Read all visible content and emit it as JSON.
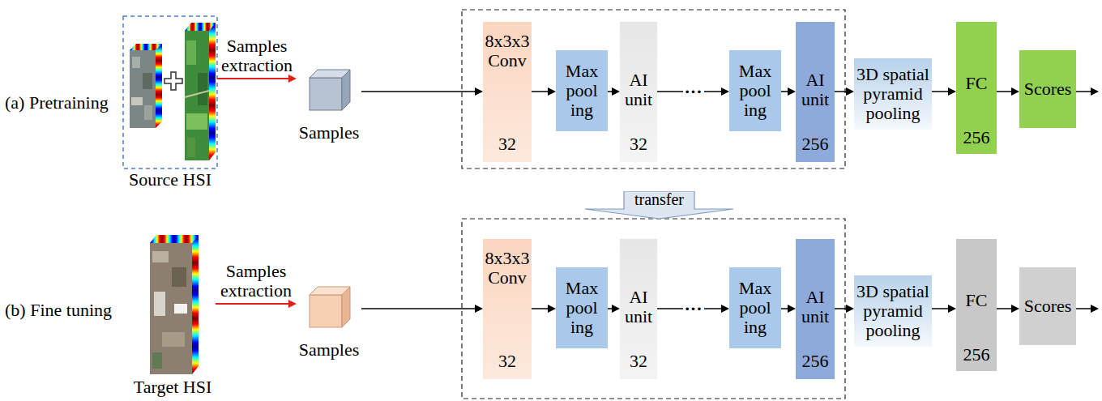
{
  "diagram": {
    "nodes": [
      {
        "text": [
          "Source HSI"
        ]
      },
      {
        "text": [
          "Samples"
        ]
      },
      {
        "text": [
          "8x3x3 Conv",
          "32"
        ]
      },
      {
        "text": [
          "Max pool ing"
        ]
      },
      {
        "text": [
          "AI unit",
          "32"
        ]
      },
      {
        "text": [
          "Max pool ing"
        ]
      },
      {
        "text": [
          "AI unit",
          "256"
        ]
      },
      {
        "text": [
          "3D spatial pyramid pooling"
        ]
      },
      {
        "text": [
          "FC",
          "256"
        ]
      },
      {
        "text": [
          "Scores"
        ]
      },
      {
        "text": [
          "transfer"
        ]
      },
      {
        "text": [
          "Target HSI"
        ]
      },
      {
        "text": [
          "Samples"
        ]
      },
      {
        "text": [
          "8x3x3 Conv",
          "32"
        ]
      },
      {
        "text": [
          "Max pool ing"
        ]
      },
      {
        "text": [
          "AI unit",
          "32"
        ]
      },
      {
        "text": [
          "Max pool ing"
        ]
      },
      {
        "text": [
          "AI unit",
          "256"
        ]
      },
      {
        "text": [
          "3D spatial pyramid pooling"
        ]
      },
      {
        "text": [
          "FC",
          "256"
        ]
      },
      {
        "text": [
          "Scores"
        ]
      }
    ],
    "edges": [
      {
        "from": 0,
        "to": 1,
        "label": "Samples extraction",
        "arrow": "to"
      },
      {
        "from": 1,
        "to": 2,
        "arrow": "to"
      },
      {
        "from": 2,
        "to": 3,
        "arrow": "to"
      },
      {
        "from": 3,
        "to": 4,
        "arrow": "to"
      },
      {
        "from": 4,
        "to": 5,
        "label": "···",
        "arrow": "to"
      },
      {
        "from": 5,
        "to": 6,
        "arrow": "to"
      },
      {
        "from": 6,
        "to": 7,
        "arrow": "to"
      },
      {
        "from": 7,
        "to": 8,
        "arrow": "to"
      },
      {
        "from": 8,
        "to": 9,
        "arrow": "to"
      },
      {
        "from": 11,
        "to": 12,
        "label": "Samples extraction",
        "arrow": "to"
      },
      {
        "from": 12,
        "to": 13,
        "arrow": "to"
      },
      {
        "from": 13,
        "to": 14,
        "arrow": "to"
      },
      {
        "from": 14,
        "to": 15,
        "arrow": "to"
      },
      {
        "from": 15,
        "to": 16,
        "label": "···",
        "arrow": "to"
      },
      {
        "from": 16,
        "to": 17,
        "arrow": "to"
      },
      {
        "from": 17,
        "to": 18,
        "arrow": "to"
      },
      {
        "from": 18,
        "to": 19,
        "arrow": "to"
      },
      {
        "from": 19,
        "to": 20,
        "arrow": "to"
      }
    ],
    "labels": [
      "(a) Pretraining",
      "(b) Fine tuning"
    ]
  }
}
